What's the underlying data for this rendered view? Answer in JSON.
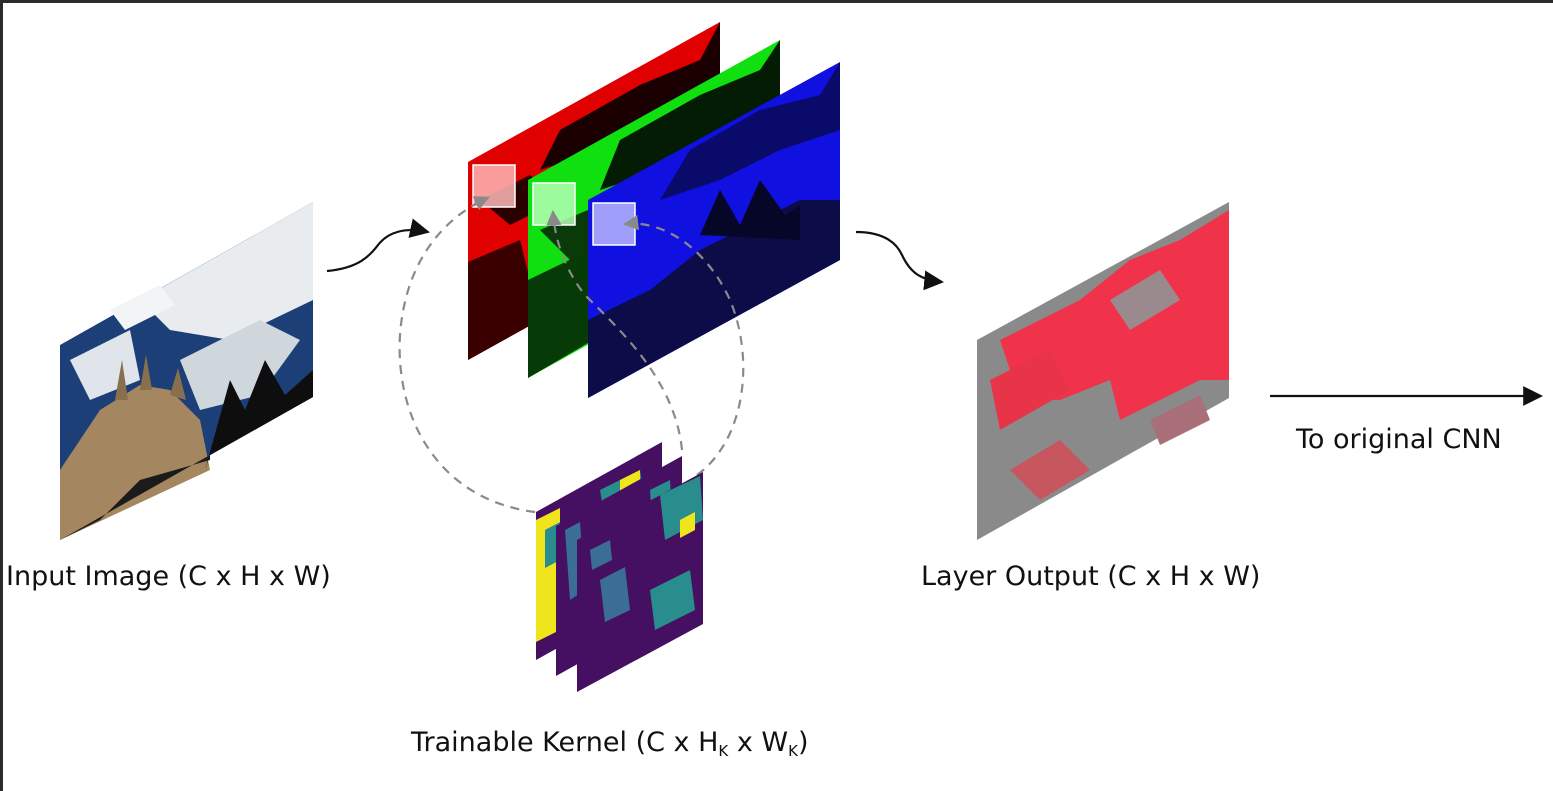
{
  "labels": {
    "input_image": "Input Image (C x H x W)",
    "layer_output": "Layer Output (C x H x W)",
    "to_original": "To original CNN",
    "kernel_prefix": "Trainable Kernel (C x H",
    "kernel_sub_h": "K",
    "kernel_mid": " x W",
    "kernel_sub_w": "K",
    "kernel_suffix": ")"
  },
  "colors": {
    "frame": "#2b2b2b",
    "arrow": "#111111",
    "dashed_loop": "#8a8a8a",
    "red_channel": "#e00000",
    "green_channel": "#10e010",
    "blue_channel": "#1010e0",
    "kernel_purple": "#450f62",
    "kernel_teal": "#2a8d8d",
    "kernel_yellow": "#f0e51c",
    "output_red": "#f0324a",
    "output_gray": "#8a8a8a",
    "sky_blue": "#1d3f78",
    "cloud_white": "#e8ecee"
  }
}
